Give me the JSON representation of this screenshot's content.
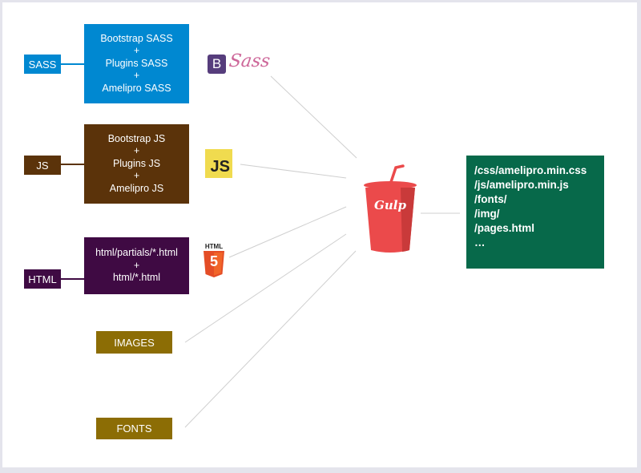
{
  "inputs": {
    "sass": {
      "tag": "SASS",
      "lines": [
        "Bootstrap SASS",
        "+",
        "Plugins SASS",
        "+",
        "Amelipro SASS"
      ],
      "color": "#0088d1"
    },
    "js": {
      "tag": "JS",
      "lines": [
        "Bootstrap JS",
        "+",
        "Plugins JS",
        "+",
        "Amelipro JS"
      ],
      "color": "#5b330a"
    },
    "html": {
      "tag": "HTML",
      "lines": [
        "html/partials/*.html",
        "+",
        "html/*.html"
      ],
      "color": "#3f0a43"
    },
    "images": {
      "tag": "IMAGES",
      "color": "#8c6d05"
    },
    "fonts": {
      "tag": "FONTS",
      "color": "#8c6d05"
    }
  },
  "logos": {
    "bootstrap": {
      "letter": "B",
      "color": "#563d7c"
    },
    "sass": {
      "text": "Sass",
      "color": "#cd6799"
    },
    "js": {
      "text": "JS",
      "color": "#f0db4f"
    },
    "html5": {
      "caption": "HTML",
      "badge": "5",
      "color": "#e44d26"
    },
    "gulp": {
      "text": "Gulp",
      "color": "#eb4a4b"
    }
  },
  "output": {
    "lines": [
      "/css/amelipro.min.css",
      "/js/amelipro.min.js",
      "/fonts/",
      "/img/",
      "/pages.html",
      "…"
    ],
    "color": "#07694a"
  }
}
